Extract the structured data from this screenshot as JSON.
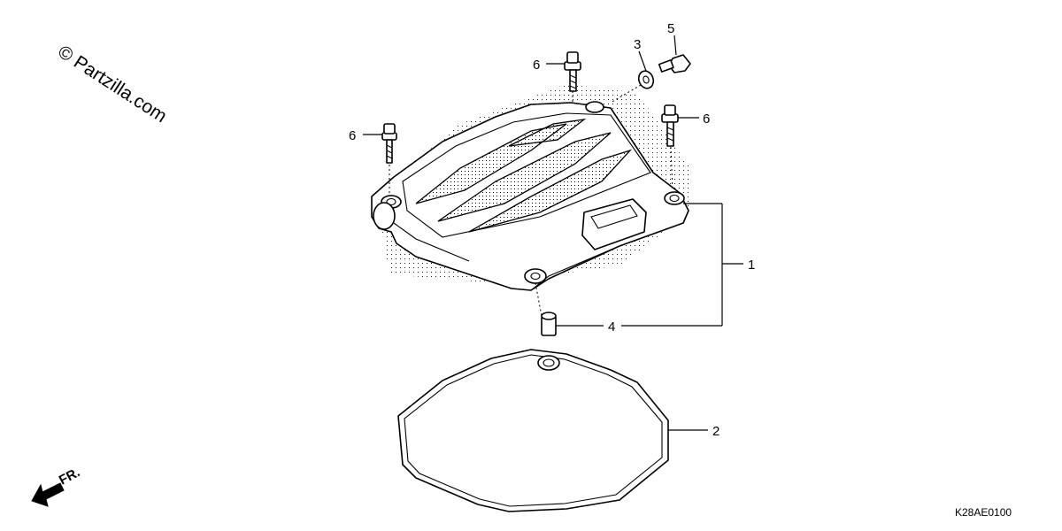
{
  "watermark": "© Partzilla.com",
  "drawing_code": "K28AE0100",
  "front_marker": "FR.",
  "callouts": {
    "c1": "1",
    "c2": "2",
    "c3": "3",
    "c4": "4",
    "c5": "5",
    "c6a": "6",
    "c6b": "6",
    "c6c": "6"
  }
}
